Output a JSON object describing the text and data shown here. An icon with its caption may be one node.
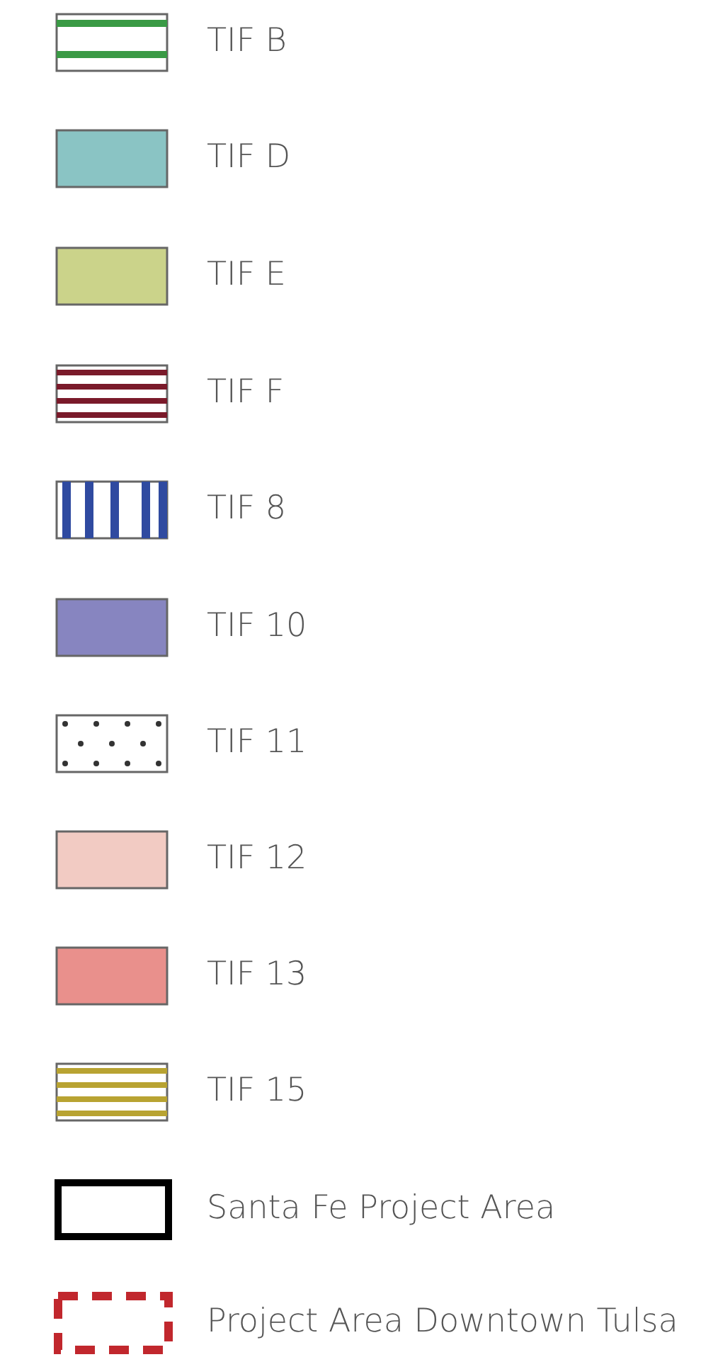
{
  "diagram": {
    "legend": [
      {
        "text": "TIF B"
      },
      {
        "text": "TIF D",
        "color": "#8ac4c4"
      },
      {
        "text": "TIF E",
        "color": "#cbd38a"
      },
      {
        "text": "TIF F"
      },
      {
        "text": "TIF 8"
      },
      {
        "text": "TIF 10",
        "color": "#8785c0"
      },
      {
        "text": "TIF 11"
      },
      {
        "text": "TIF 12",
        "color": "#f2cbc3"
      },
      {
        "text": "TIF 13",
        "color": "#e9908c"
      },
      {
        "text": "TIF 15"
      },
      {
        "text": "Santa Fe Project Area"
      },
      {
        "text": "Project Area Downtown Tulsa"
      }
    ]
  }
}
